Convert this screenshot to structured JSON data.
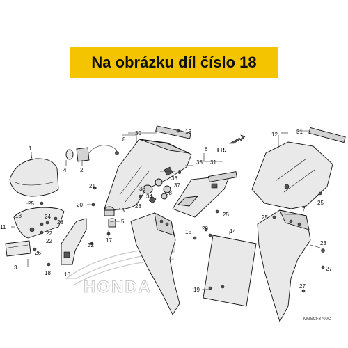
{
  "banner": {
    "text": "Na obrázku díl číslo 18",
    "color": "#f5c400"
  },
  "diagram": {
    "callouts": [
      "1",
      "2",
      "3",
      "4",
      "5",
      "6",
      "7",
      "8",
      "9",
      "10",
      "11",
      "12",
      "13",
      "14",
      "15",
      "16",
      "17",
      "18",
      "18",
      "19",
      "20",
      "21",
      "22",
      "22",
      "23",
      "24",
      "25",
      "25",
      "25",
      "25",
      "26",
      "27",
      "27",
      "28",
      "28",
      "29",
      "30",
      "31",
      "31",
      "32",
      "33",
      "34",
      "35",
      "36",
      "37",
      "38"
    ],
    "front_marker": "FR.",
    "watermark": "HONDA",
    "ref_code": "MGSCF3700C"
  }
}
